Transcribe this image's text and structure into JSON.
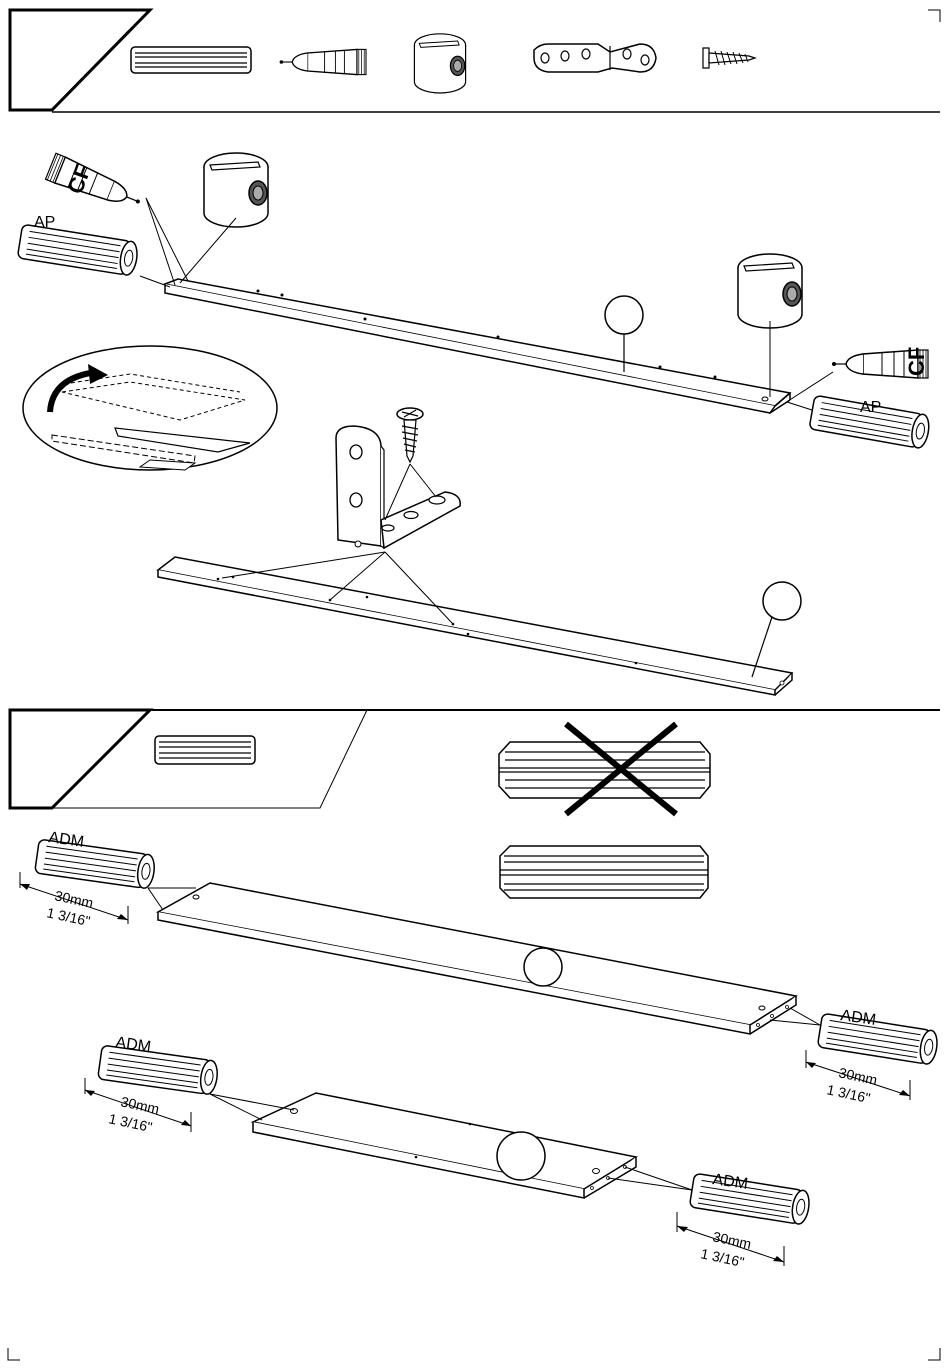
{
  "labels": {
    "cf": "CF",
    "ap": "AP",
    "adm": "ADM",
    "dim_mm": "30mm",
    "dim_in": "1 3/16\""
  },
  "colors": {
    "ink": "#000000",
    "paper": "#ffffff",
    "wood_fill": "#ffffff",
    "hatch": "#bdbdbd"
  },
  "icons": [
    "dowel-icon",
    "glue-tube-icon",
    "cam-nut-icon",
    "angle-bracket-icon",
    "screw-icon",
    "grooved-dowel-icon",
    "rotate-arrow-icon",
    "cross-mark-icon"
  ]
}
